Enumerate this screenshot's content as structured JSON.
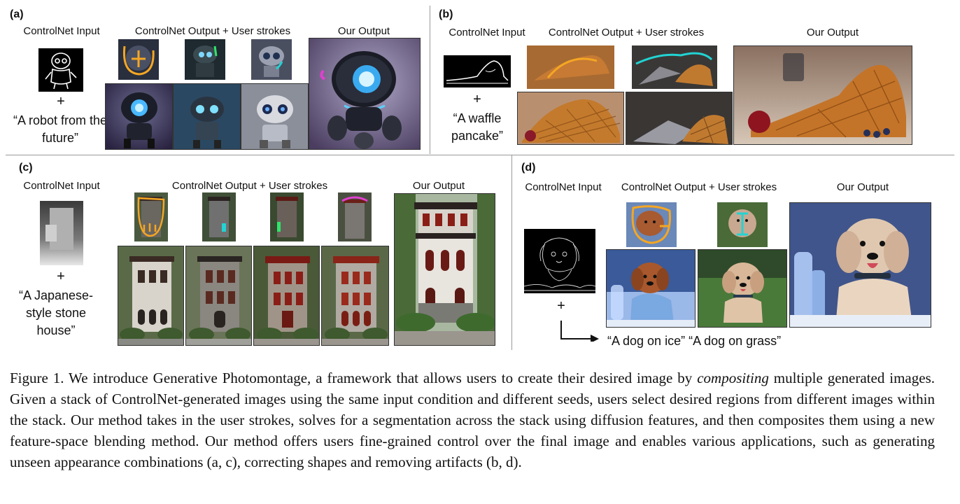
{
  "panels": {
    "a": {
      "label": "(a)",
      "input_header": "ControlNet Input",
      "stack_header": "ControlNet Output + User strokes",
      "output_header": "Our Output",
      "prompt": "“A robot from the future”",
      "plus": "+"
    },
    "b": {
      "label": "(b)",
      "input_header": "ControlNet Input",
      "stack_header": "ControlNet Output + User strokes",
      "output_header": "Our Output",
      "prompt": "“A waffle pancake”",
      "plus": "+"
    },
    "c": {
      "label": "(c)",
      "input_header": "ControlNet Input",
      "stack_header": "ControlNet Output + User strokes",
      "output_header": "Our Output",
      "prompt": "“A Japanese-style stone house”",
      "plus": "+"
    },
    "d": {
      "label": "(d)",
      "input_header": "ControlNet Input",
      "stack_header": "ControlNet Output + User strokes",
      "output_header": "Our Output",
      "plus": "+",
      "prompt1": "“A dog on ice”",
      "prompt2": "“A dog on grass”"
    }
  },
  "caption": {
    "prefix": "Figure 1. We introduce Generative Photomontage, a framework that allows users to create their desired image by ",
    "emphasis": "compositing",
    "suffix": " multiple generated images. Given a stack of ControlNet-generated images using the same input condition and different seeds, users select desired regions from different images within the stack. Our method takes in the user strokes, solves for a segmentation across the stack using diffusion features, and then composites them using a new feature-space blending method. Our method offers users fine-grained control over the final image and enables various applications, such as generating unseen appearance combinations (a, c), correcting shapes and removing artifacts (b, d)."
  },
  "colors": {
    "stroke_orange": "#f5a623",
    "stroke_cyan": "#22d3d3",
    "stroke_green": "#2ee66a",
    "stroke_magenta": "#e040d0",
    "divider": "#9a9a9a"
  }
}
